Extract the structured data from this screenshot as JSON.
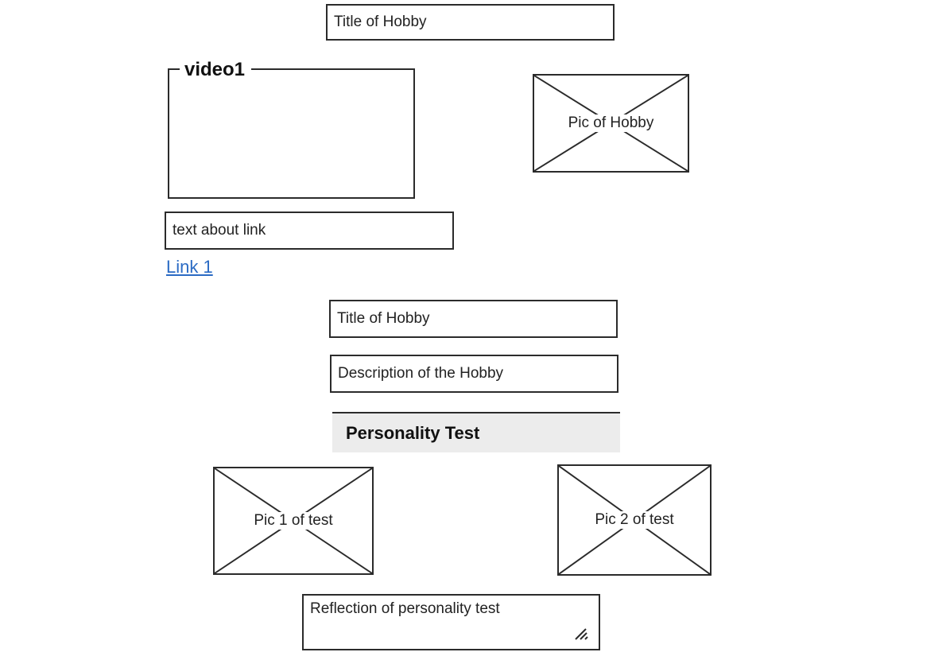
{
  "hobby_one": {
    "title": "Title of Hobby",
    "video_legend": "video1",
    "picture_caption": "Pic of Hobby",
    "link_text_field": "text about link",
    "link_label": "Link 1"
  },
  "hobby_two": {
    "title": "Title of Hobby",
    "description": "Description of the Hobby"
  },
  "personality_test": {
    "header": "Personality Test",
    "picture_1_caption": "Pic 1 of test",
    "picture_2_caption": "Pic 2 of test",
    "reflection": "Reflection of personality test"
  },
  "icons": {
    "image_placeholder": "image-placeholder-icon",
    "resize_grip": "resize-grip-icon"
  },
  "colors": {
    "link": "#2b6bc4",
    "border": "#2b2b2b",
    "header_background": "#ececec"
  }
}
